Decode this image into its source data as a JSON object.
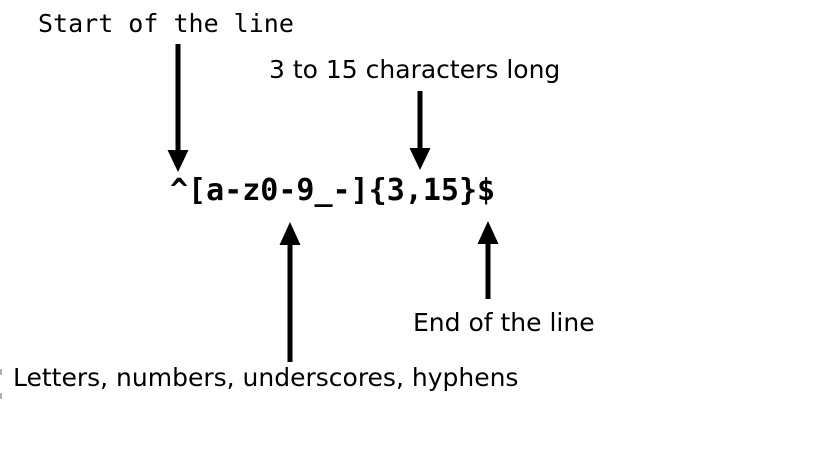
{
  "diagram": {
    "background": "#ffffff",
    "ink": "#000000",
    "regex_pattern": "^[a-z0-9_-]{3,15}$",
    "labels": {
      "start_anchor": "Start of the line",
      "quantifier": "3 to 15 characters long",
      "end_anchor": "End of the line",
      "character_class": "Letters, numbers, underscores, hyphens"
    }
  }
}
